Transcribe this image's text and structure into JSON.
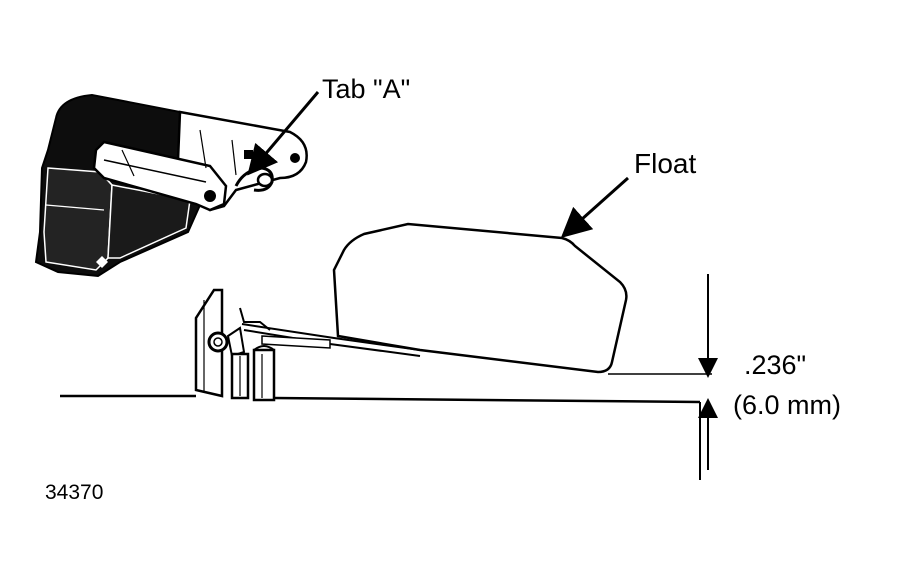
{
  "labels": {
    "tab": "Tab \"A\"",
    "float": "Float",
    "dimension_inch": ".236\"",
    "dimension_mm": "(6.0 mm)",
    "figure_number": "34370"
  },
  "colors": {
    "ink": "#000000",
    "paper": "#ffffff"
  }
}
